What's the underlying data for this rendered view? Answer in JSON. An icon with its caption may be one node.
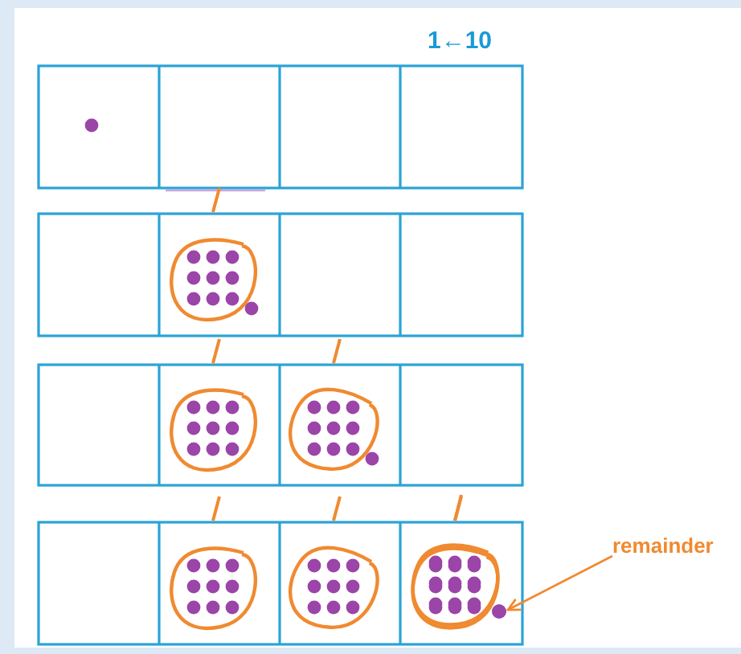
{
  "diagram": {
    "nodes": [
      {
        "text": [
          "remainder"
        ]
      },
      {
        "text": [],
        "shape": "circle"
      }
    ],
    "edges": [
      {
        "from": 0,
        "to": 1,
        "arrow": "to",
        "color": "#f08a30"
      }
    ],
    "labels": [
      "1←10"
    ]
  }
}
